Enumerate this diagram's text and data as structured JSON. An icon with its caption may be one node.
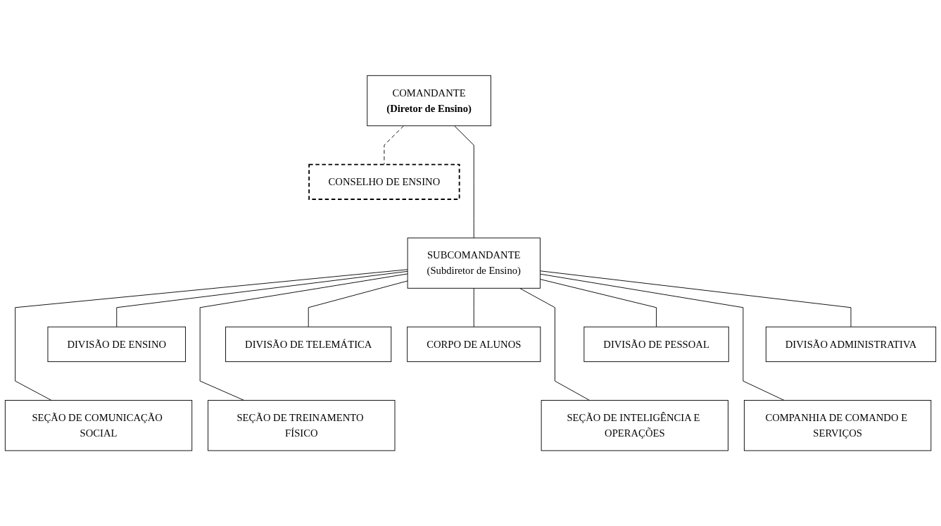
{
  "diagram": {
    "nodes": [
      {
        "text": [
          "COMANDANTE",
          "(Diretor de Ensino)"
        ]
      },
      {
        "text": [
          "CONSELHO DE ENSINO"
        ]
      },
      {
        "text": [
          "SUBCOMANDANTE",
          "(Subdiretor de Ensino)"
        ]
      },
      {
        "text": [
          "DIVISÃO DE ENSINO"
        ]
      },
      {
        "text": [
          "DIVISÃO DE TELEMÁTICA"
        ]
      },
      {
        "text": [
          "DIVISÃO DE PESSOAL"
        ]
      },
      {
        "text": [
          "DIVISÃO ADMINISTRATIVA"
        ]
      },
      {
        "text": [
          "CORPO DE ALUNOS"
        ]
      },
      {
        "text": [
          "SEÇÃO DE COMUNICAÇÃO SOCIAL"
        ]
      },
      {
        "text": [
          "SEÇÃO DE TREINAMENTO FÍSICO"
        ]
      },
      {
        "text": [
          "SEÇÃO DE INTELIGÊNCIA E OPERAÇÕES"
        ]
      },
      {
        "text": [
          "COMPANHIA DE COMANDO E SERVIÇOS"
        ]
      }
    ],
    "edges": [
      {
        "from": 0,
        "to": 2,
        "arrow": "none"
      },
      {
        "from": 0,
        "to": 1,
        "arrow": "none",
        "style": "dashed"
      },
      {
        "from": 2,
        "to": 3,
        "arrow": "none"
      },
      {
        "from": 2,
        "to": 8,
        "arrow": "none"
      },
      {
        "from": 2,
        "to": 4,
        "arrow": "none"
      },
      {
        "from": 2,
        "to": 9,
        "arrow": "none"
      },
      {
        "from": 2,
        "to": 5,
        "arrow": "none"
      },
      {
        "from": 2,
        "to": 10,
        "arrow": "none"
      },
      {
        "from": 2,
        "to": 6,
        "arrow": "none"
      },
      {
        "from": 2,
        "to": 11,
        "arrow": "none"
      },
      {
        "from": 2,
        "to": 7,
        "arrow": "none"
      }
    ]
  }
}
